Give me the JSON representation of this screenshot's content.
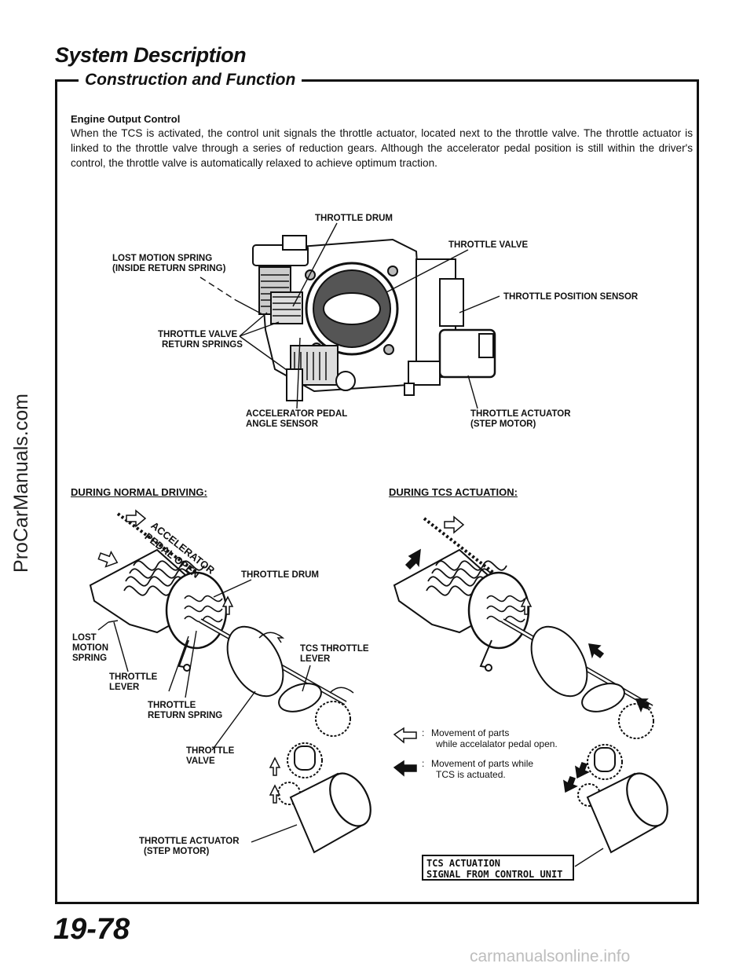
{
  "header": {
    "title": "System  Description",
    "section": "Construction  and  Function"
  },
  "content": {
    "subheading": "Engine  Output  Control",
    "paragraph": "When the TCS is activated, the control unit signals the throttle actuator, located next to the throttle valve. The throttle actuator is linked to the throttle valve through a series of reduction gears. Although the accelerator pedal position is still within the driver's control, the throttle valve is automatically relaxed to achieve optimum traction."
  },
  "top_diagram": {
    "labels": {
      "throttle_drum": "THROTTLE  DRUM",
      "throttle_valve": "THROTTLE  VALVE",
      "lost_motion_spring_1": "LOST  MOTION  SPRING",
      "lost_motion_spring_2": "(INSIDE  RETURN  SPRING)",
      "throttle_position_sensor": "THROTTLE  POSITION  SENSOR",
      "return_springs_1": "THROTTLE  VALVE",
      "return_springs_2": "RETURN SPRINGS",
      "accel_sensor_1": "ACCELERATOR PEDAL",
      "accel_sensor_2": "ANGLE SENSOR",
      "actuator_1": "THROTTLE  ACTUATOR",
      "actuator_2": "(STEP MOTOR)"
    }
  },
  "bottom_left": {
    "heading": "DURING  NORMAL  DRIVING:",
    "labels": {
      "pedal_open_1": "ACCELERATOR",
      "pedal_open_2": "PEDAL  OPEN",
      "throttle_drum": "THROTTLE  DRUM",
      "lost_1": "LOST",
      "lost_2": "MOTION",
      "lost_3": "SPRING",
      "tcs_lever_1": "TCS  THROTTLE",
      "tcs_lever_2": "LEVER",
      "lever_1": "THROTTLE",
      "lever_2": "LEVER",
      "return_spring_1": "THROTTLE",
      "return_spring_2": "RETURN SPRING",
      "valve_1": "THROTTLE",
      "valve_2": "VALVE",
      "actuator_1": "THROTTLE ACTUATOR",
      "actuator_2": "(STEP MOTOR)"
    }
  },
  "bottom_right": {
    "heading": "DURING  TCS  ACTUATION:",
    "legend": {
      "open_1": "Movement  of  parts",
      "open_2": "while  accelalator  pedal  open.",
      "tcs_1": "Movement  of  parts  while",
      "tcs_2": "TCS  is  actuated."
    },
    "signal_1": "TCS ACTUATION",
    "signal_2": "SIGNAL FROM CONTROL UNIT"
  },
  "footer": {
    "page_number": "19-78",
    "watermark": "ProCarManuals.com",
    "site": "carmanualsonline.info"
  }
}
